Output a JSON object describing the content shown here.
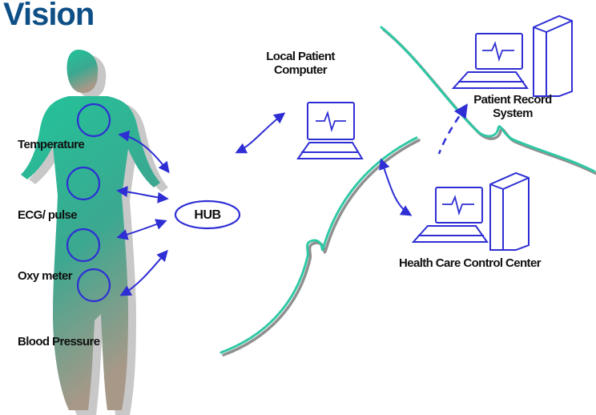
{
  "title": "Vision",
  "sensors": [
    "Temperature",
    "ECG/ pulse",
    "Oxy meter",
    "Blood Pressure"
  ],
  "hub": "HUB",
  "local_computer": [
    "Local Patient",
    "Computer"
  ],
  "record_system": [
    "Patient Record",
    "System"
  ],
  "control_center": "Health Care Control Center",
  "colors": {
    "title": "#0d4f86",
    "body_start": "#21c49a",
    "body_end": "#a89888",
    "device_blue": "#2e2ed4",
    "network_teal": "#2ec8a4",
    "network_shadow": "#8f8f8f"
  }
}
